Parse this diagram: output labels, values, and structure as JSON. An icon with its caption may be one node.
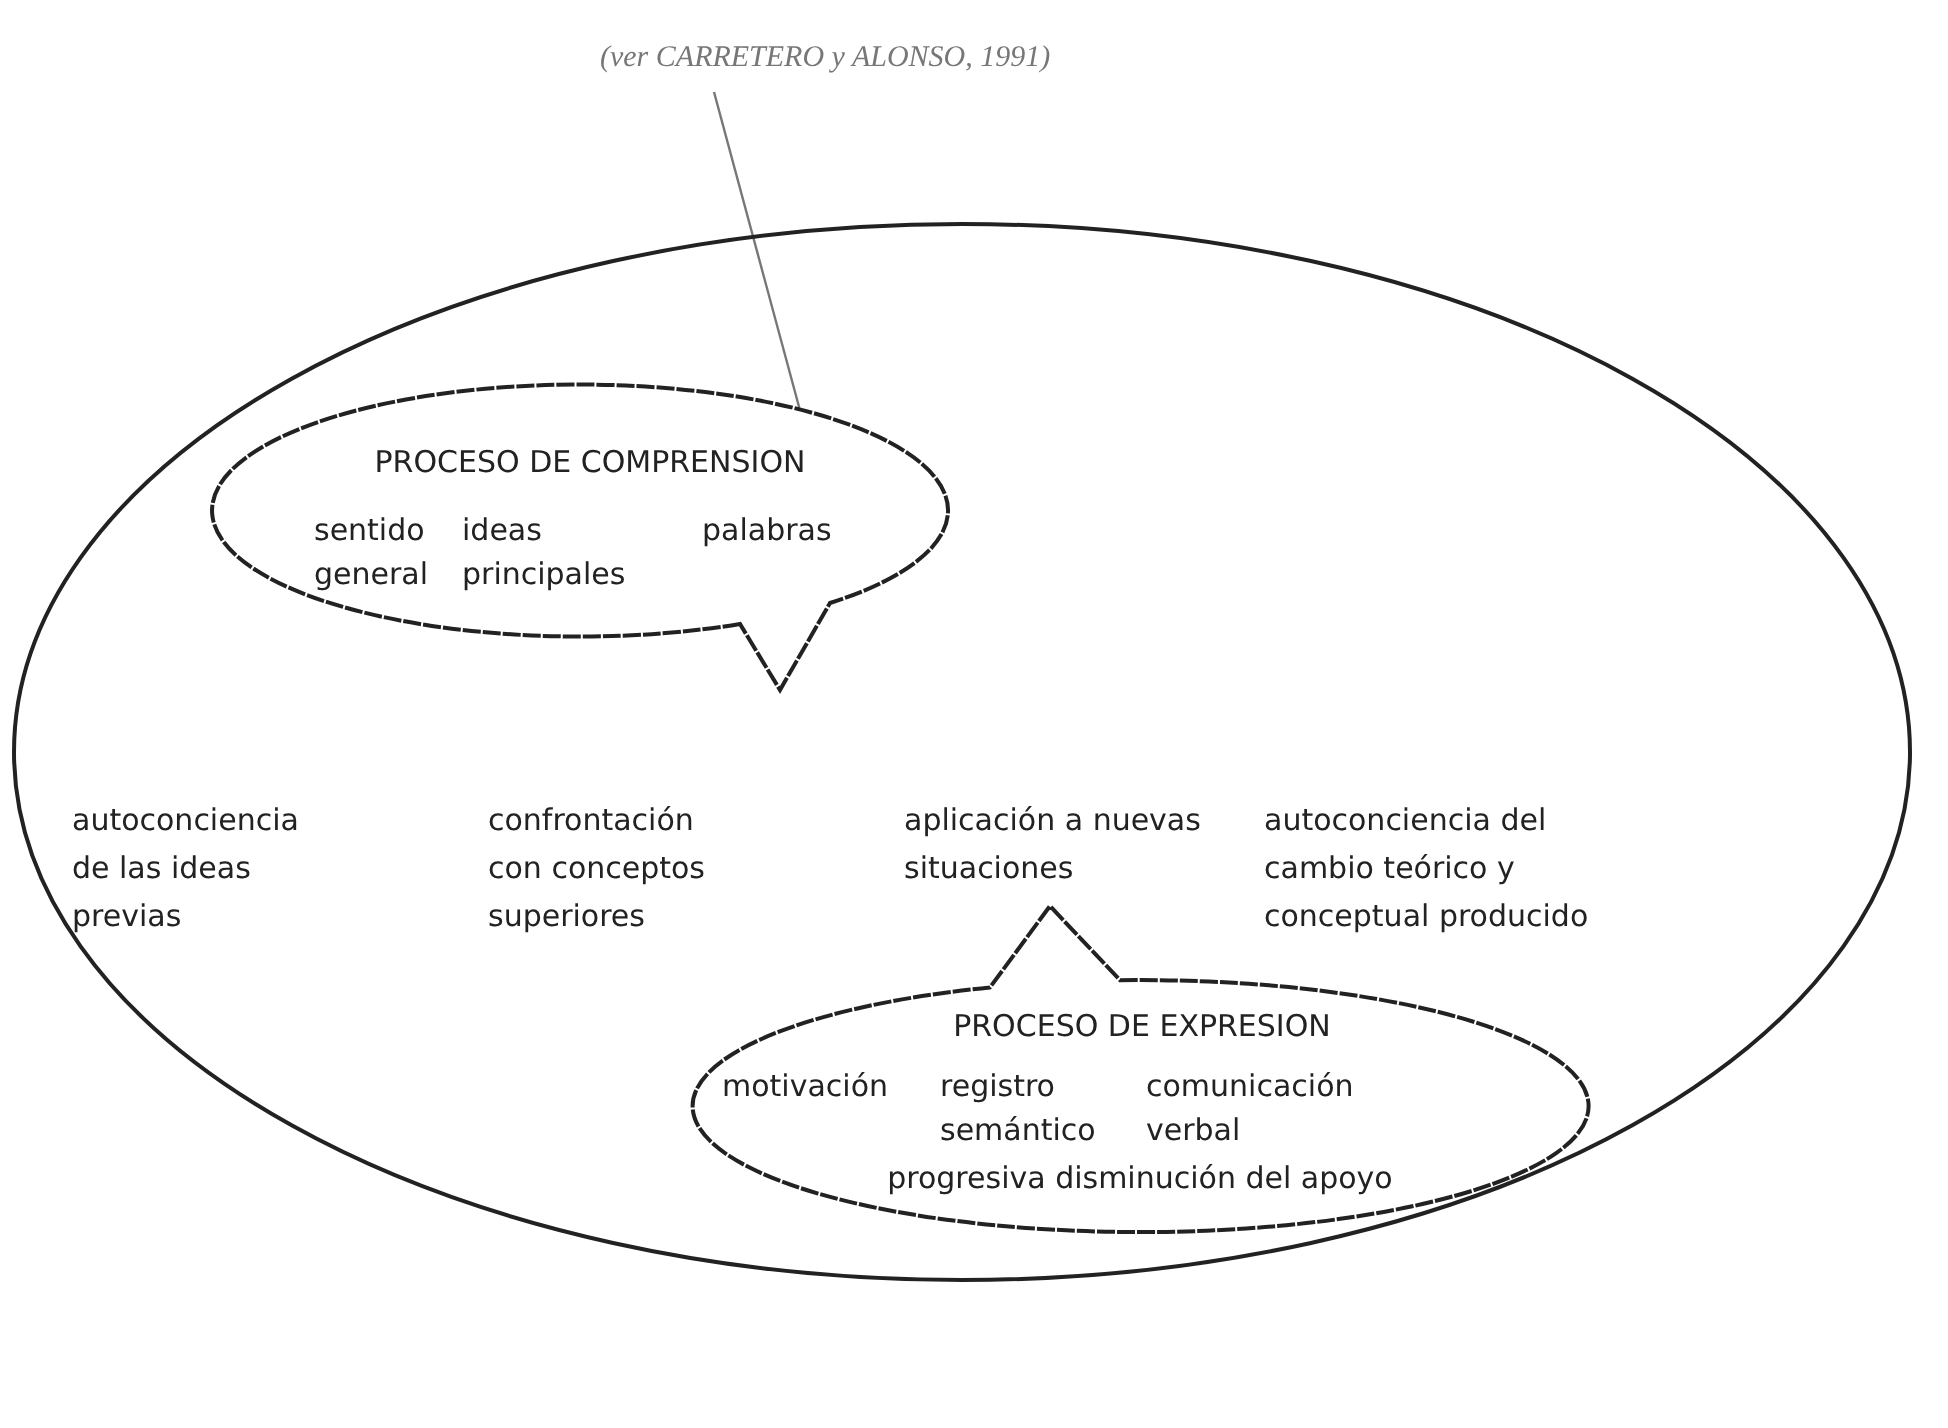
{
  "diagram": {
    "nodes": [
      {
        "text": [
          "(ver CARRETERO y ALONSO, 1991)"
        ]
      },
      {
        "text": [],
        "shape": "ellipse"
      },
      {
        "text": [
          "PROCESO DE COMPRENSION",
          "sentido general",
          "ideas principales",
          "palabras"
        ],
        "in": 1
      },
      {
        "text": [
          "autoconciencia de las ideas previas"
        ],
        "in": 1
      },
      {
        "text": [
          "confrontación con conceptos superiores"
        ],
        "in": 1
      },
      {
        "text": [
          "aplicación a nuevas situaciones"
        ],
        "in": 1
      },
      {
        "text": [
          "autoconciencia del cambio teórico y conceptual producido"
        ],
        "in": 1
      },
      {
        "text": [
          "PROCESO DE EXPRESION",
          "motivación",
          "registro semántico",
          "comunicación verbal",
          "progresiva disminución del apoyo"
        ],
        "in": 1
      }
    ],
    "edges": [
      {
        "from": 0,
        "to": 2,
        "arrow": "none"
      }
    ]
  }
}
